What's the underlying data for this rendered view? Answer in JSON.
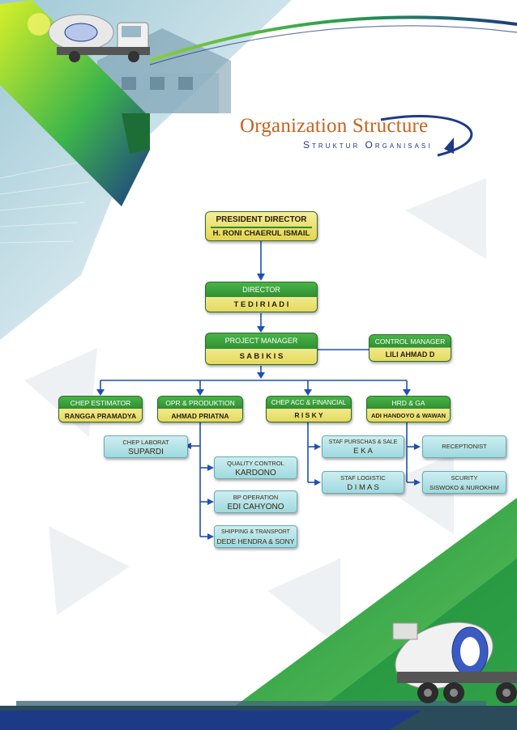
{
  "header": {
    "title": "Organization Structure",
    "subtitle": "Struktur Organisasi"
  },
  "colors": {
    "accent_orange": "#c8611c",
    "navy": "#1d3a86",
    "green": "#2f8f33",
    "gold": "#e3d54e",
    "cyan": "#9ed9df",
    "connector": "#1e4fb4"
  },
  "chart": {
    "president": {
      "role": "PRESIDENT DIRECTOR",
      "name": "H. RONI CHAERUL ISMAIL"
    },
    "director": {
      "role": "DIRECTOR",
      "name": "T E D I  R I A D I"
    },
    "project_manager": {
      "role": "PROJECT  MANAGER",
      "name": "S A B I K I S"
    },
    "control_manager": {
      "role": "CONTROL  MANAGER",
      "name": "LILI AHMAD D"
    },
    "departments": [
      {
        "role": "CHEP  ESTIMATOR",
        "name": "RANGGA PRAMADYA"
      },
      {
        "role": "OPR  &  PRODUKTION",
        "name": "AHMAD PRIATNA"
      },
      {
        "role": "CHEP  ACC  &  FINANCIAL",
        "name": "R  I  S  K  Y"
      },
      {
        "role": "HRD  &  GA",
        "name": "ADI HANDOYO & WAWAN"
      }
    ],
    "staff": {
      "chep_laborat": {
        "role": "CHEP  LABORAT",
        "name": "SUPARDI"
      },
      "quality_control": {
        "role": "QUALITY  CONTROL",
        "name": "KARDONO"
      },
      "bp_operation": {
        "role": "BP  OPERATION",
        "name": "EDI CAHYONO"
      },
      "shipping": {
        "role": "SHIPPING  &  TRANSPORT",
        "name": "DEDE HENDRA & SONY"
      },
      "staf_purschas": {
        "role": "STAF  PURSCHAS  &  SALE",
        "name": "E  K  A"
      },
      "staf_logistic": {
        "role": "STAF  LOGISTIC",
        "name": "D  I  M  A  S"
      },
      "receptionist": {
        "role": "RECEPTIONIST",
        "name": ""
      },
      "scurity": {
        "role": "SCURITY",
        "name": "SISWOKO & NUROKHIM"
      }
    }
  }
}
